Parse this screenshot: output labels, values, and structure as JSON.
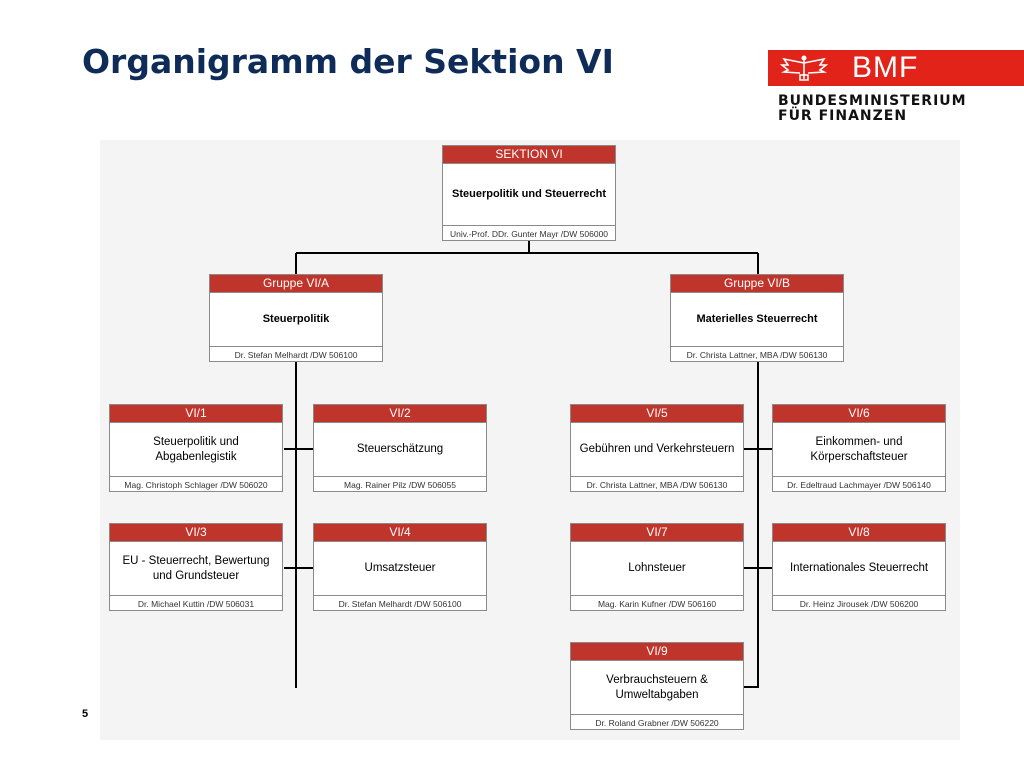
{
  "slide": {
    "title": "Organigramm der Sektion VI",
    "page_number": "5"
  },
  "logo": {
    "name": "BMF",
    "line1": "BUNDESMINISTERIUM",
    "line2": "FÜR FINANZEN",
    "icon": "eagle-icon",
    "color": "#e2231a"
  },
  "colors": {
    "header_red": "#c0352b",
    "title_blue": "#0f2c59"
  },
  "nodes": {
    "root": {
      "head": "SEKTION VI",
      "name": "Steuerpolitik und Steuerrecht",
      "person": "Univ.-Prof. DDr. Gunter Mayr /DW 506000"
    },
    "ga": {
      "head": "Gruppe VI/A",
      "name": "Steuerpolitik",
      "person": "Dr. Stefan Melhardt /DW 506100"
    },
    "gb": {
      "head": "Gruppe VI/B",
      "name": "Materielles Steuerrecht",
      "person": "Dr. Christa Lattner, MBA /DW 506130"
    },
    "vi1": {
      "head": "VI/1",
      "name": "Steuerpolitik und Abgabenlegistik",
      "person": "Mag. Christoph Schlager /DW 506020"
    },
    "vi2": {
      "head": "VI/2",
      "name": "Steuerschätzung",
      "person": "Mag. Rainer Pilz /DW 506055"
    },
    "vi3": {
      "head": "VI/3",
      "name": "EU - Steuerrecht, Bewertung und Grundsteuer",
      "person": "Dr. Michael Kuttin /DW 506031"
    },
    "vi4": {
      "head": "VI/4",
      "name": "Umsatzsteuer",
      "person": "Dr. Stefan Melhardt /DW 506100"
    },
    "vi5": {
      "head": "VI/5",
      "name": "Gebühren und Verkehrsteuern",
      "person": "Dr. Christa Lattner, MBA /DW 506130"
    },
    "vi6": {
      "head": "VI/6",
      "name": "Einkommen- und Körperschaftsteuer",
      "person": "Dr. Edeltraud Lachmayer /DW 506140"
    },
    "vi7": {
      "head": "VI/7",
      "name": "Lohnsteuer",
      "person": "Mag. Karin Kufner /DW 506160"
    },
    "vi8": {
      "head": "VI/8",
      "name": "Internationales Steuerrecht",
      "person": "Dr. Heinz Jirousek /DW 506200"
    },
    "vi9": {
      "head": "VI/9",
      "name": "Verbrauchsteuern & Umweltabgaben",
      "person": "Dr. Roland Grabner /DW 506220"
    }
  }
}
